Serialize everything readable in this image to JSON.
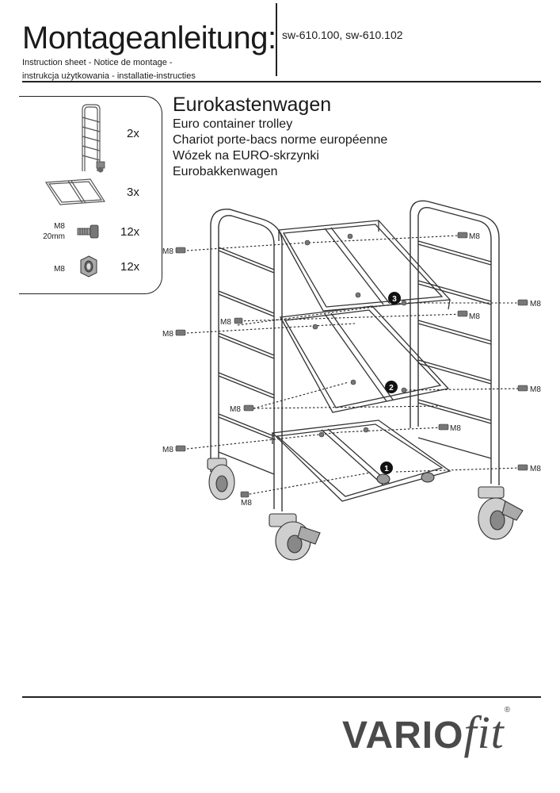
{
  "header": {
    "title": "Montageanleitung:",
    "article_numbers": "sw-610.100, sw-610.102",
    "subtitle_line1": "Instruction sheet - Notice de montage  -",
    "subtitle_line2": "instrukcja użytkowania - installatie-instructies"
  },
  "product": {
    "name_de": "Eurokastenwagen",
    "name_en": "Euro container trolley",
    "name_fr": "Chariot porte-bacs norme européenne",
    "name_pl": "Wózek na EURO-skrzynki",
    "name_nl": "Eurobakkenwagen"
  },
  "parts": [
    {
      "label": "",
      "sublabel": "",
      "quantity": "2x",
      "icon": "side-frame-icon"
    },
    {
      "label": "",
      "sublabel": "",
      "quantity": "3x",
      "icon": "shelf-rail-frame-icon"
    },
    {
      "label": "M8",
      "sublabel": "20mm",
      "quantity": "12x",
      "icon": "screw-icon"
    },
    {
      "label": "M8",
      "sublabel": "",
      "quantity": "12x",
      "icon": "hex-nut-icon"
    }
  ],
  "diagram": {
    "bolt_label": "M8",
    "steps": [
      "1",
      "2",
      "3"
    ]
  },
  "brand": {
    "name_part1": "VARIO",
    "name_part2": "fit",
    "registered": "®",
    "color": "#4a4a4a"
  }
}
